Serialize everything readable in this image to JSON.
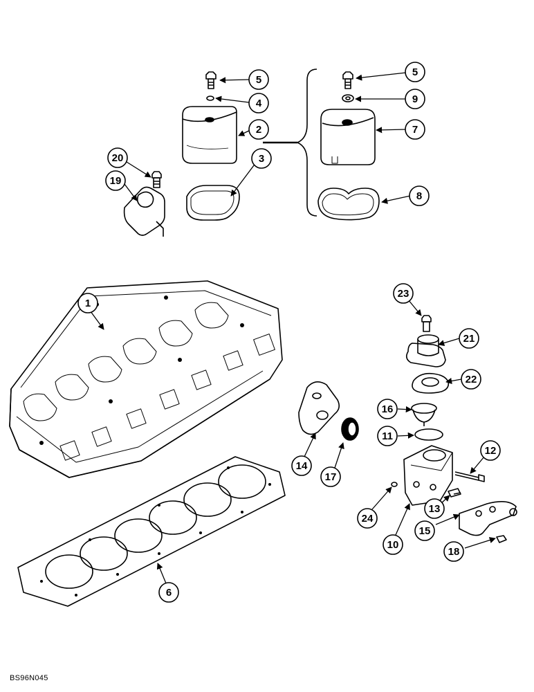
{
  "figure": {
    "reference_code": "BS96N045"
  },
  "callouts": [
    "1",
    "2",
    "3",
    "4",
    "5",
    "5",
    "6",
    "7",
    "8",
    "9",
    "10",
    "11",
    "12",
    "13",
    "14",
    "15",
    "16",
    "17",
    "18",
    "19",
    "20",
    "21",
    "22",
    "23",
    "24"
  ],
  "parts": [
    "cylinder-head",
    "thermostat-housing-cover",
    "cover-gasket",
    "sealing-washer",
    "cap-screw",
    "head-gasket",
    "housing-cover-alternate",
    "cover-gasket-alternate",
    "washer",
    "thermostat-housing",
    "o-ring",
    "housing-bolt",
    "housing-bolt-short",
    "water-outlet-plate",
    "mounting-bracket",
    "thermostat",
    "seal",
    "bracket-bolt",
    "lifting-eye",
    "lifting-eye-bolt",
    "water-outlet-elbow",
    "elbow-gasket",
    "elbow-bolt",
    "plug"
  ]
}
